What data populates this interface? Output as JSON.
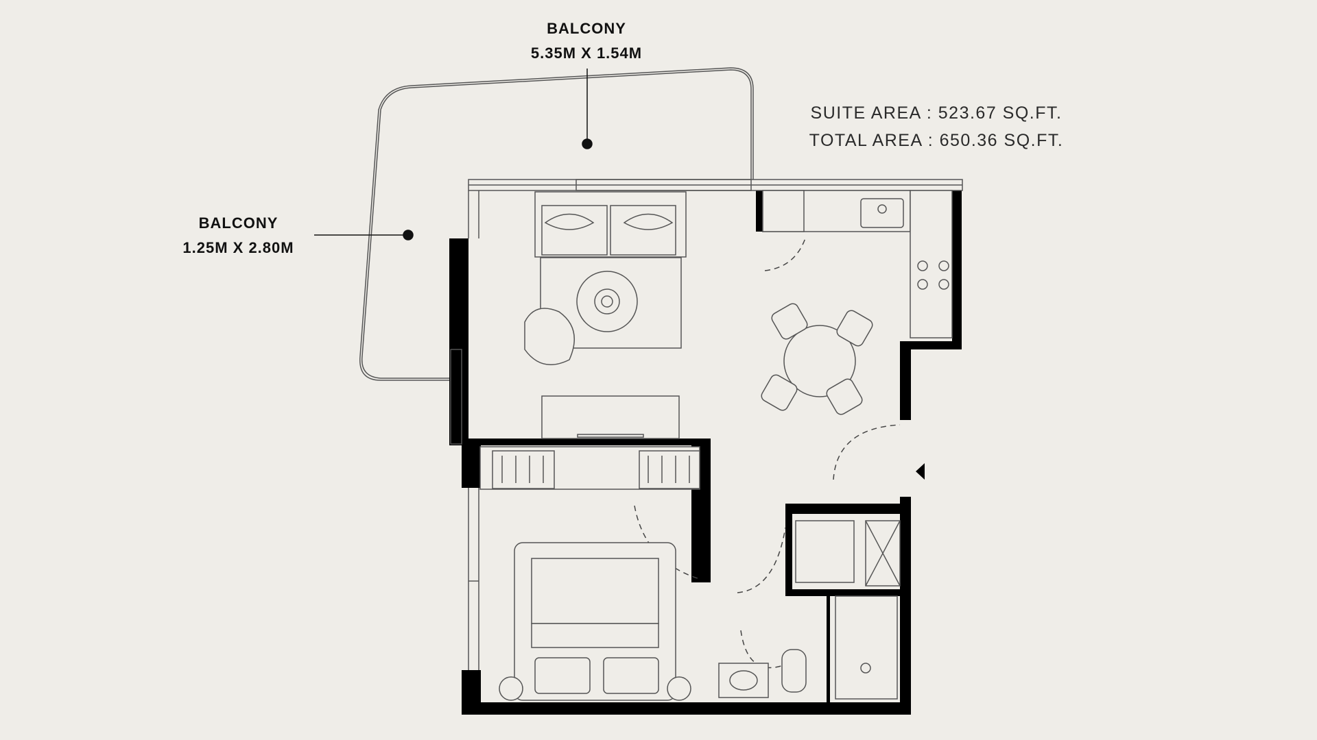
{
  "balcony_top": {
    "title": "BALCONY",
    "dimensions": "5.35M X 1.54M"
  },
  "balcony_left": {
    "title": "BALCONY",
    "dimensions": "1.25M X 2.80M"
  },
  "area": {
    "suite": "SUITE AREA : 523.67 SQ.FT.",
    "total": "TOTAL AREA : 650.36 SQ.FT."
  },
  "colors": {
    "background": "#efede8",
    "wall": "#000000",
    "line": "#555555",
    "text": "#111111"
  }
}
